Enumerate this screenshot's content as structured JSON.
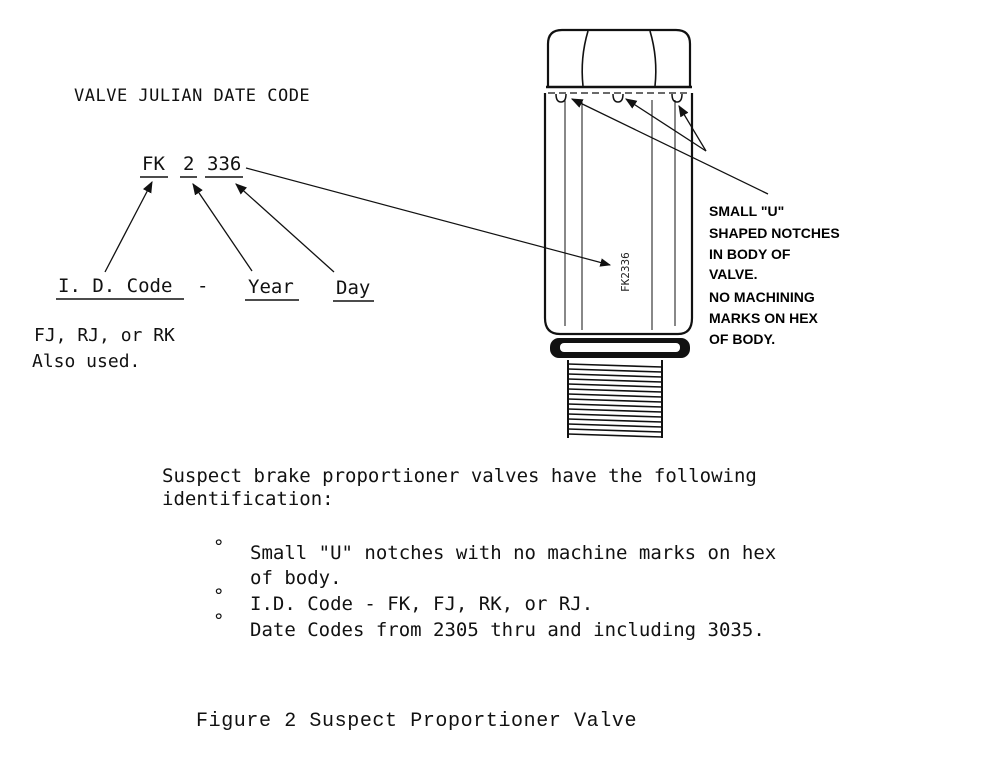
{
  "heading": "VALVE JULIAN DATE CODE",
  "date_code": {
    "id_part": "FK",
    "year_part": "2",
    "day_part": "336"
  },
  "labels": {
    "id_code": "I. D. Code",
    "dash": "-",
    "year": "Year",
    "day": "Day"
  },
  "also_used": {
    "line1": "FJ, RJ, or RK",
    "line2": "Also used."
  },
  "valve_stamp": "FK2336",
  "callout": [
    "SMALL \"U\"",
    "SHAPED NOTCHES",
    "IN BODY OF",
    "VALVE.",
    "NO MACHINING",
    "MARKS ON HEX",
    "OF BODY."
  ],
  "intro": {
    "line1": "Suspect brake proportioner valves have the following",
    "line2": "identification:"
  },
  "bullets": [
    {
      "marker": "°",
      "line1": "Small \"U\" notches with no machine marks on hex",
      "line2": "of body."
    },
    {
      "marker": "°",
      "line1": "I.D. Code - FK, FJ, RK, or RJ.",
      "line2": ""
    },
    {
      "marker": "°",
      "line1": "Date Codes from 2305 thru and including 3035.",
      "line2": ""
    }
  ],
  "caption": "Figure 2 Suspect Proportioner Valve"
}
